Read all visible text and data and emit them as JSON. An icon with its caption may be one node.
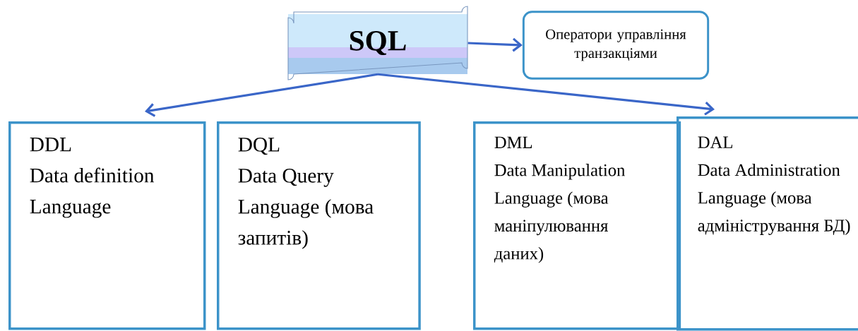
{
  "diagram": {
    "nodes": [
      {
        "text": [
          "SQL"
        ]
      },
      {
        "text": [
          "Оператори управління транзакціями"
        ]
      },
      {
        "text": [
          "DDL",
          "Data definition Language"
        ]
      },
      {
        "text": [
          "DQL",
          "Data Query Language (мова запитів)"
        ]
      },
      {
        "text": [
          "DML",
          "Data Manipulation Language (мова маніпулювання даних)"
        ]
      },
      {
        "text": [
          "DAL",
          "Data Administration Language (мова адміністрування БД)"
        ]
      }
    ],
    "edges": [
      {
        "from": 0,
        "to": 1,
        "arrow": "to"
      },
      {
        "from": 0,
        "to": 2,
        "arrow": "to"
      },
      {
        "from": 0,
        "to": 5,
        "arrow": "to"
      }
    ]
  }
}
